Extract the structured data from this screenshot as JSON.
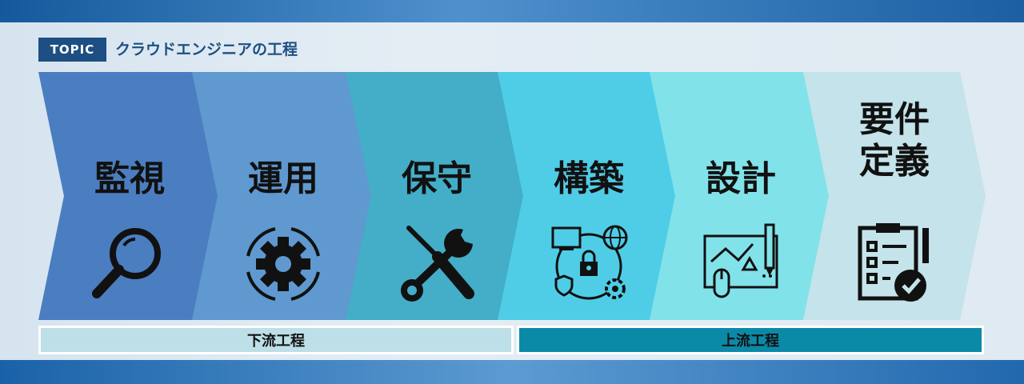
{
  "topic": {
    "badge": "TOPIC",
    "title": "クラウドエンジニアの工程"
  },
  "steps": [
    {
      "label": "監視",
      "icon": "magnifier-icon",
      "color": "#4b7ec0"
    },
    {
      "label": "運用",
      "icon": "gear-cycle-icon",
      "color": "#5f99cf"
    },
    {
      "label": "保守",
      "icon": "tools-icon",
      "color": "#44adc8"
    },
    {
      "label": "構築",
      "icon": "network-security-icon",
      "color": "#4fcde7"
    },
    {
      "label": "設計",
      "icon": "blueprint-icon",
      "color": "#82e2ea"
    },
    {
      "label": "要件\n定義",
      "icon": "checklist-icon",
      "color": "#c4e3ea"
    }
  ],
  "bars": {
    "downstream": "下流工程",
    "upstream": "上流工程"
  }
}
